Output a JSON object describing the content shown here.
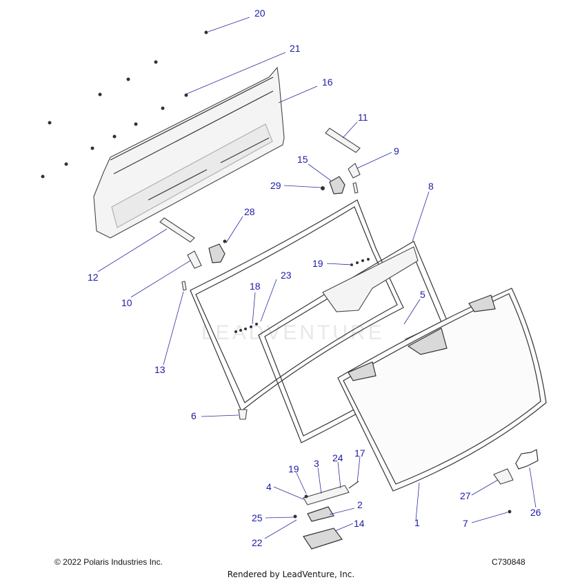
{
  "watermark": "LEADVENTURE",
  "callouts": [
    "20",
    "21",
    "16",
    "11",
    "9",
    "15",
    "29",
    "8",
    "28",
    "12",
    "19",
    "10",
    "18",
    "23",
    "5",
    "13",
    "6",
    "19",
    "3",
    "24",
    "17",
    "4",
    "2",
    "25",
    "22",
    "14",
    "1",
    "27",
    "26",
    "7"
  ],
  "footer": {
    "copyright": "© 2022 Polaris Industries Inc.",
    "diagram_id": "C730848",
    "rendered_by": "Rendered by LeadVenture, Inc."
  },
  "colors": {
    "callout": "#1a1aa8",
    "leader": "#2a2aa0",
    "line": "#333333"
  }
}
